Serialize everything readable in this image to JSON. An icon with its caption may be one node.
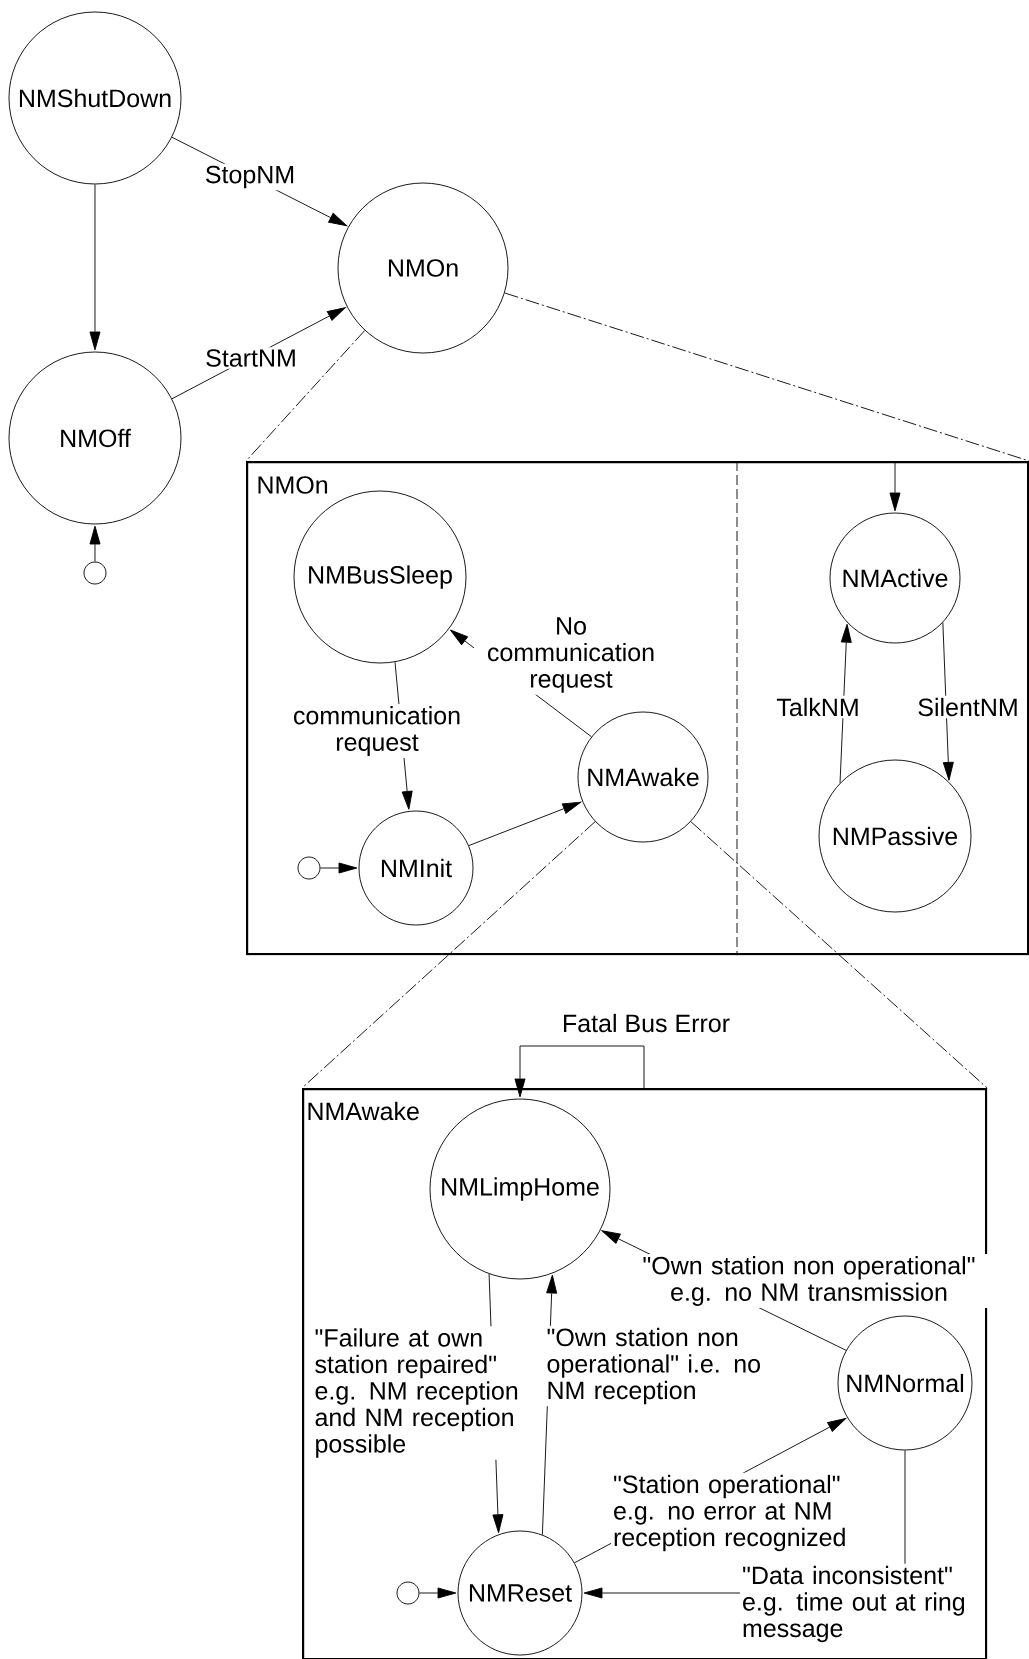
{
  "diagram": {
    "nodes": [
      {
        "text": [
          "NMShutDown"
        ]
      },
      {
        "text": [
          "NMOn"
        ]
      },
      {
        "text": [
          "NMOff"
        ]
      },
      {
        "text": [],
        "shape": "circle"
      },
      {
        "text": [
          "NMOn"
        ]
      },
      {
        "text": [
          "NMBusSleep"
        ],
        "in": 4
      },
      {
        "text": [
          "NMInit"
        ],
        "in": 4
      },
      {
        "text": [],
        "shape": "circle",
        "in": 4
      },
      {
        "text": [
          "NMAwake"
        ],
        "in": 4
      },
      {
        "text": [
          "NMActive"
        ],
        "in": 4
      },
      {
        "text": [
          "NMPassive"
        ],
        "in": 4
      },
      {
        "text": [
          "NMAwake"
        ]
      },
      {
        "text": [
          "NMLimpHome"
        ],
        "in": 11
      },
      {
        "text": [
          "NMNormal"
        ],
        "in": 11
      },
      {
        "text": [
          "NMReset"
        ],
        "in": 11
      },
      {
        "text": [],
        "shape": "circle",
        "in": 11
      }
    ],
    "edges": [
      {
        "from": 0,
        "to": 2,
        "arrow": "to"
      },
      {
        "from": 0,
        "to": 1,
        "arrow": "to",
        "label": "StopNM"
      },
      {
        "from": 2,
        "to": 1,
        "arrow": "to",
        "label": "StartNM"
      },
      {
        "from": 3,
        "to": 2,
        "arrow": "to"
      },
      {
        "from": 1,
        "to": 4,
        "arrow": "none",
        "style": "dashed"
      },
      {
        "from": 1,
        "to": 4,
        "arrow": "none",
        "style": "dashed"
      },
      {
        "from": 5,
        "to": 6,
        "arrow": "to",
        "label": "communication request"
      },
      {
        "from": 8,
        "to": 5,
        "arrow": "to",
        "label": "No communication request"
      },
      {
        "from": 7,
        "to": 6,
        "arrow": "to"
      },
      {
        "from": 6,
        "to": 8,
        "arrow": "to"
      },
      {
        "from": null,
        "to": 9,
        "arrow": "to"
      },
      {
        "from": 10,
        "to": 9,
        "arrow": "to",
        "label": "TalkNM"
      },
      {
        "from": 9,
        "to": 10,
        "arrow": "to",
        "label": "SilentNM"
      },
      {
        "from": 8,
        "to": 11,
        "arrow": "none",
        "style": "dashed"
      },
      {
        "from": 8,
        "to": 11,
        "arrow": "none",
        "style": "dashed"
      },
      {
        "from": 11,
        "to": 12,
        "arrow": "to",
        "label": "Fatal Bus Error"
      },
      {
        "from": 12,
        "to": 14,
        "arrow": "to",
        "label": "\"Failure at own station repaired\" e.g. NM reception and NM reception possible"
      },
      {
        "from": 14,
        "to": 12,
        "arrow": "to",
        "label": "\"Own station non operational\" i.e. no NM reception"
      },
      {
        "from": 13,
        "to": 12,
        "arrow": "to",
        "label": "\"Own station non operational\" e.g. no NM transmission"
      },
      {
        "from": 14,
        "to": 13,
        "arrow": "to",
        "label": "\"Station operational\" e.g. no error at NM reception recognized"
      },
      {
        "from": 13,
        "to": 14,
        "arrow": "to",
        "label": "\"Data inconsistent\" e.g. time out at ring message"
      },
      {
        "from": 15,
        "to": 14,
        "arrow": "to"
      }
    ]
  }
}
